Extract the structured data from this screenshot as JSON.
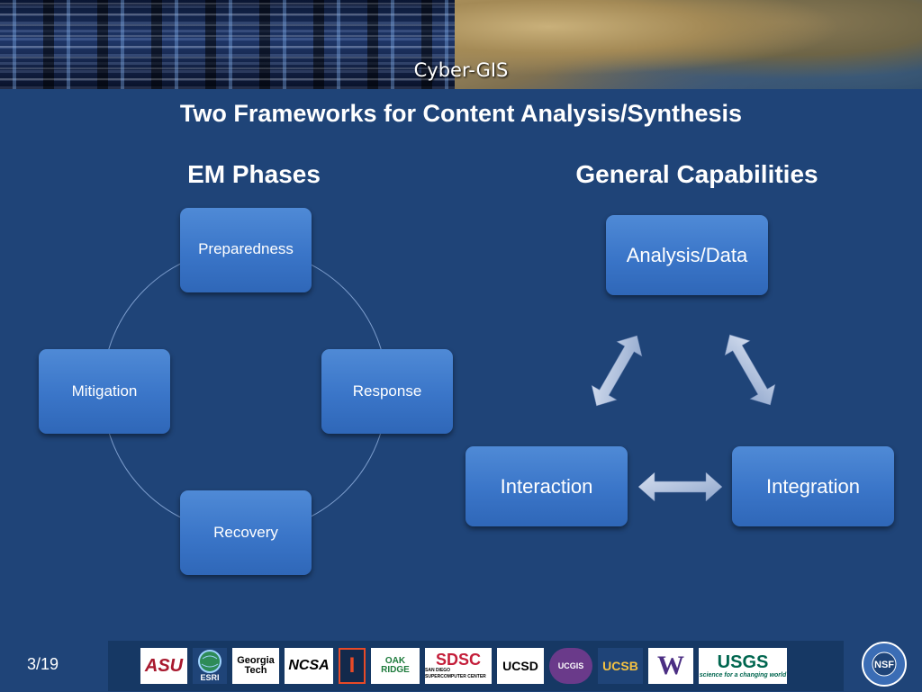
{
  "banner": {
    "title": "Cyber-GIS"
  },
  "slide": {
    "title": "Two Frameworks for Content Analysis/Synthesis"
  },
  "em_phases": {
    "heading": "EM Phases",
    "preparedness": "Preparedness",
    "response": "Response",
    "recovery": "Recovery",
    "mitigation": "Mitigation"
  },
  "capabilities": {
    "heading": "General Capabilities",
    "analysis": "Analysis/Data",
    "interaction": "Interaction",
    "integration": "Integration"
  },
  "footer": {
    "page": "3/19",
    "logos": {
      "asu": "ASU",
      "esri": "ESRI",
      "georgia_tech": "Georgia Tech",
      "ncsa": "NCSA",
      "illinois": "I",
      "oak_ridge": "OAK RIDGE",
      "sdsc": "SDSC",
      "sdsc_sub": "SAN DIEGO SUPERCOMPUTER CENTER",
      "ucsd": "UCSD",
      "ucgis": "UCGIS",
      "ucsb": "UCSB",
      "uw": "W",
      "usgs": "USGS",
      "usgs_sub": "science for a changing world",
      "nsf": "NSF"
    }
  },
  "colors": {
    "background": "#1f4478",
    "box": "#3a75c8",
    "text": "#ffffff"
  }
}
